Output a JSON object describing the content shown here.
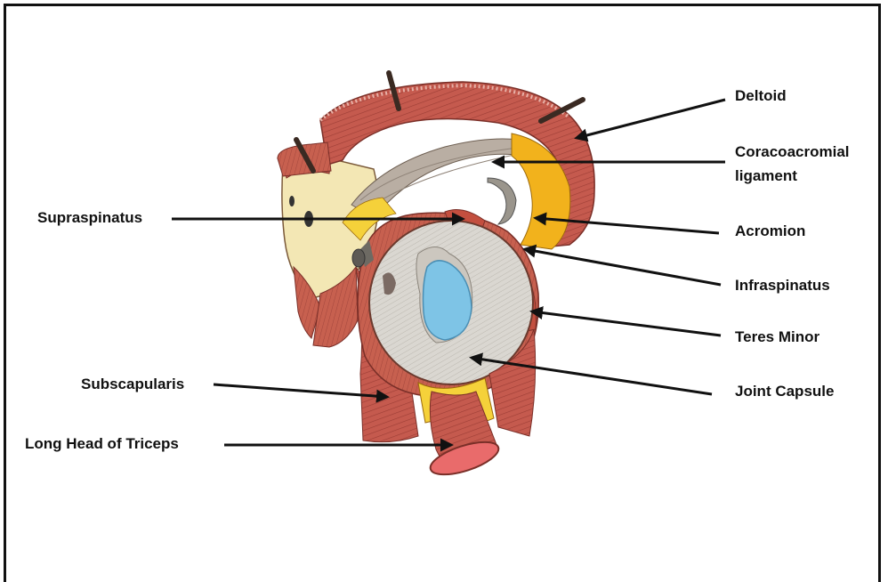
{
  "figure": {
    "labels": {
      "deltoid": "Deltoid",
      "coracoacromial_1": "Coracoacromial",
      "coracoacromial_2": "ligament",
      "supraspinatus": "Supraspinatus",
      "acromion": "Acromion",
      "infraspinatus": "Infraspinatus",
      "teres_minor": "Teres Minor",
      "subscapularis": "Subscapularis",
      "joint_capsule": "Joint Capsule",
      "long_head_triceps": "Long Head of Triceps"
    },
    "colors": {
      "muscle": "#c0574c",
      "muscle_dark": "#8e3a33",
      "tendon": "#b7aca1",
      "bone": "#f3e7b4",
      "acromion": "#f2b21c",
      "capsule": "#d9d6d0",
      "cartilage": "#7ec4e6",
      "fat": "#f5d13a",
      "text": "#111111"
    }
  }
}
